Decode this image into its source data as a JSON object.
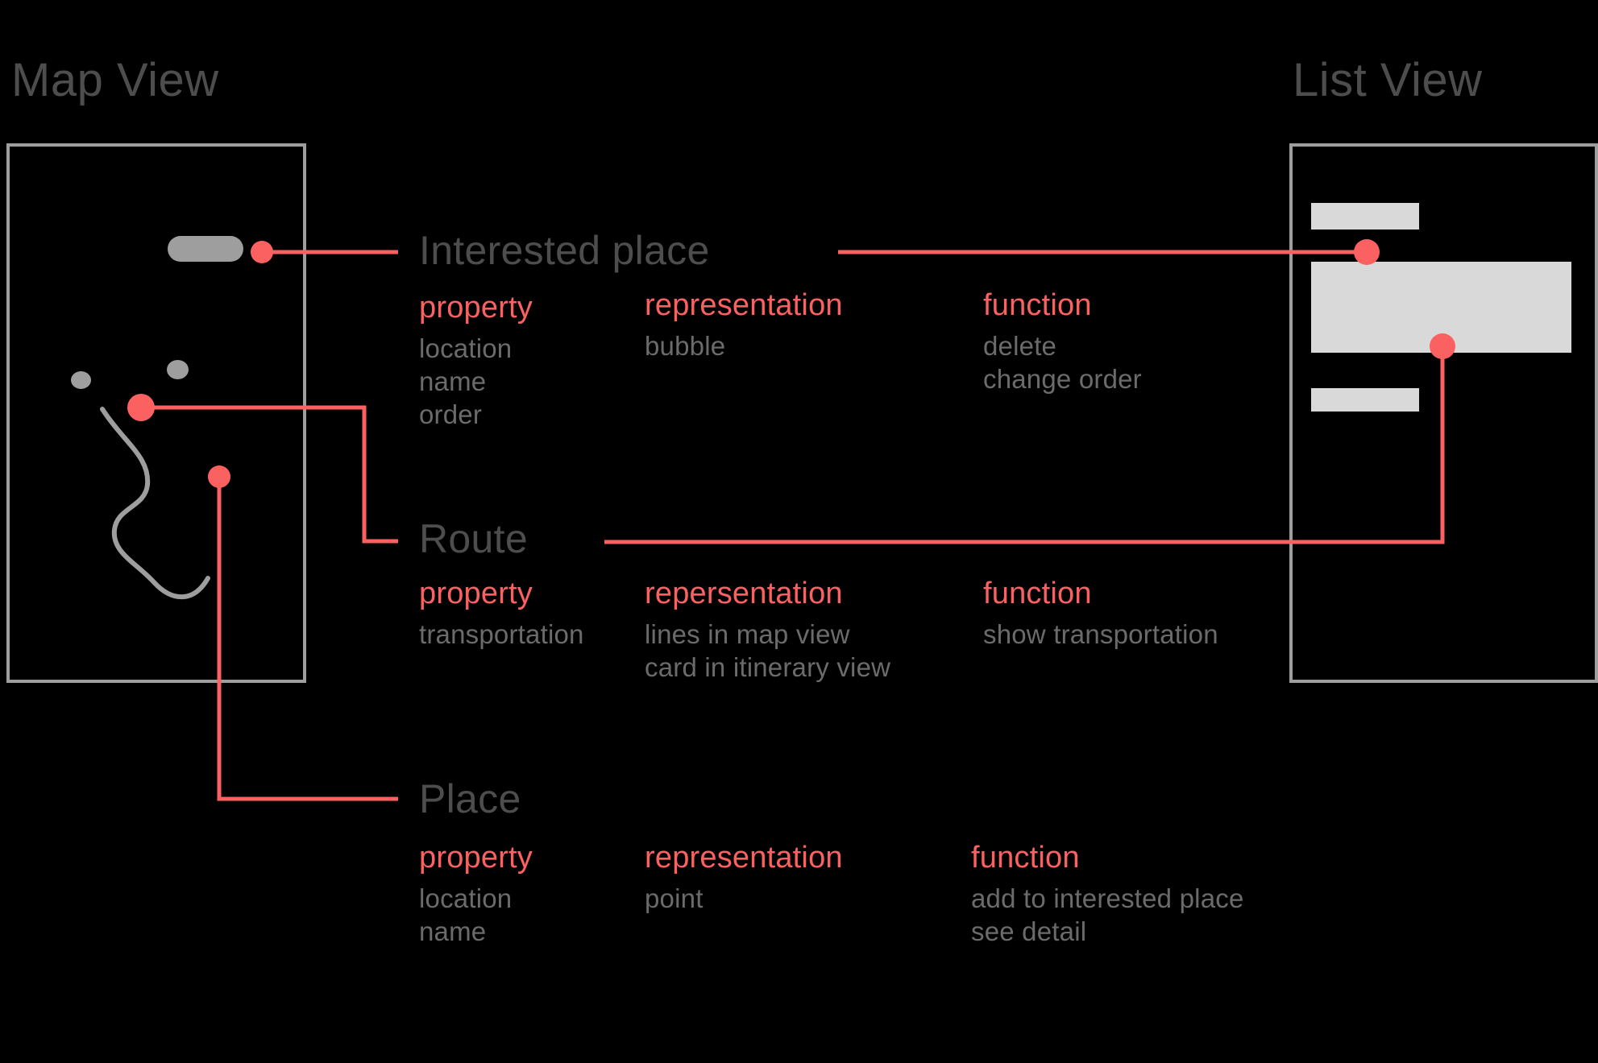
{
  "panels": {
    "map": {
      "title": "Map View"
    },
    "list": {
      "title": "List View"
    }
  },
  "colors": {
    "background": "#000000",
    "accent_red": "#fb6161",
    "frame_gray": "#9e9e9e",
    "heading_gray": "#4d4d4d",
    "body_gray": "#6b6b6b",
    "block_gray": "#d9d9d9"
  },
  "sections": [
    {
      "id": "interested-place",
      "heading": "Interested place",
      "columns": [
        {
          "head": "property",
          "items": [
            "location",
            "name",
            "order"
          ]
        },
        {
          "head": "representation",
          "items": [
            "bubble"
          ]
        },
        {
          "head": "function",
          "items": [
            "delete",
            "change order"
          ]
        }
      ]
    },
    {
      "id": "route",
      "heading": "Route",
      "columns": [
        {
          "head": "property",
          "items": [
            "transportation"
          ]
        },
        {
          "head": "repersentation",
          "items": [
            "lines in map view",
            "card in itinerary view"
          ]
        },
        {
          "head": "function",
          "items": [
            "show transportation"
          ]
        }
      ]
    },
    {
      "id": "place",
      "heading": "Place",
      "columns": [
        {
          "head": "property",
          "items": [
            "location",
            "name"
          ]
        },
        {
          "head": "representation",
          "items": [
            "point"
          ]
        },
        {
          "head": "function",
          "items": [
            "add to interested place",
            "see detail"
          ]
        }
      ]
    }
  ],
  "map_graphics": {
    "bubble": {
      "label": "interested-place-bubble"
    },
    "place_points": [
      "place-point-top",
      "place-point-bottom"
    ],
    "route_line": "route-polyline",
    "anchors": [
      "interested-place-anchor",
      "route-anchor",
      "place-anchor"
    ]
  },
  "list_graphics": {
    "rows": [
      "list-row-small-top",
      "list-row-large",
      "list-row-small-bottom"
    ],
    "anchors": [
      "list-interested-place-anchor",
      "list-route-anchor"
    ]
  }
}
